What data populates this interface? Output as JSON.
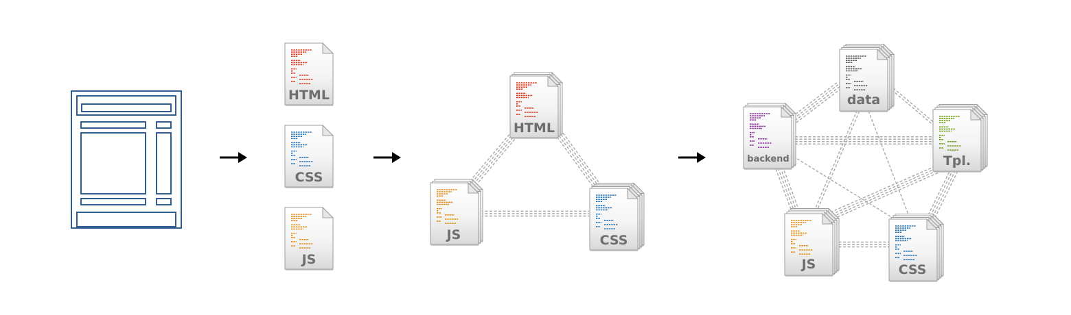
{
  "colors": {
    "layout_frame": "#2f5f8f",
    "html": "#d9341c",
    "css": "#1f6fb2",
    "js": "#e08a10",
    "backend": "#8a2c9c",
    "data": "#555555",
    "tpl": "#6a9a0a",
    "link": "#a9a9a9"
  },
  "icons": {
    "arrow": "right-arrow-icon",
    "layout": "page-layout-icon",
    "file": "document-icon"
  },
  "stage2": {
    "html": "HTML",
    "css": "CSS",
    "js": "JS"
  },
  "stage3": {
    "html": "HTML",
    "js": "JS",
    "css": "CSS"
  },
  "stage4": {
    "data": "data",
    "backend": "backend",
    "tpl": "Tpl.",
    "js": "JS",
    "css": "CSS"
  }
}
